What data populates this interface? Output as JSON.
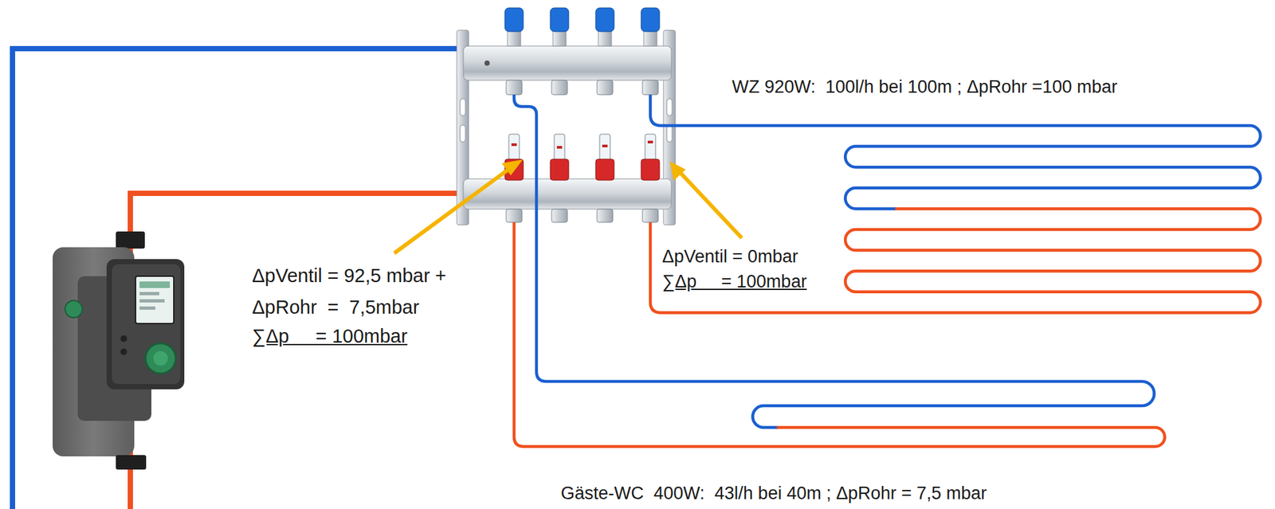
{
  "diagram": {
    "labels": [
      "WZ 920W:  100l/h bei 100m ; ΔpRohr =100 mbar",
      "ΔpVentil = 92,5 mbar +",
      "ΔpRohr  =  7,5mbar",
      "∑Δp     = 100mbar",
      "ΔpVentil = 0mbar",
      "∑Δp     = 100mbar",
      "Gäste-WC  400W:  43l/h bei 40m ; ΔpRohr = 7,5 mbar"
    ]
  }
}
